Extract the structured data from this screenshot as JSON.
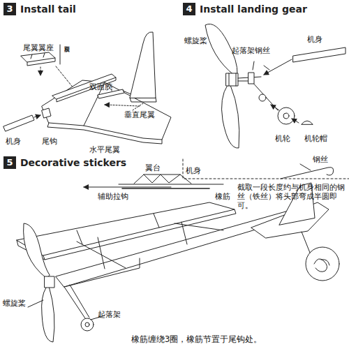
{
  "diagram": {
    "nodes": [
      {
        "text": [
          "3",
          "Install tail"
        ]
      },
      {
        "text": [
          "4",
          "Install landing gear"
        ]
      },
      {
        "text": [
          "5",
          "Decorative stickers"
        ]
      }
    ],
    "labels": [
      "尾翼翼座",
      "双面胶",
      "双面胶",
      "垂直尾翼",
      "机身",
      "尾钩",
      "水平尾翼",
      "螺旋桨",
      "起落架钢丝",
      "机身",
      "机轮",
      "机轮帽",
      "翼台",
      "机身",
      "辅助拉钩",
      "橡筋",
      "钢丝",
      "截取一段长度约与机身相同的钢丝（铁丝）将头部弯成半圆即可。",
      "螺旋桨",
      "起落架",
      "橡筋缠绕3圈，橡筋节置于尾钩处。"
    ]
  }
}
